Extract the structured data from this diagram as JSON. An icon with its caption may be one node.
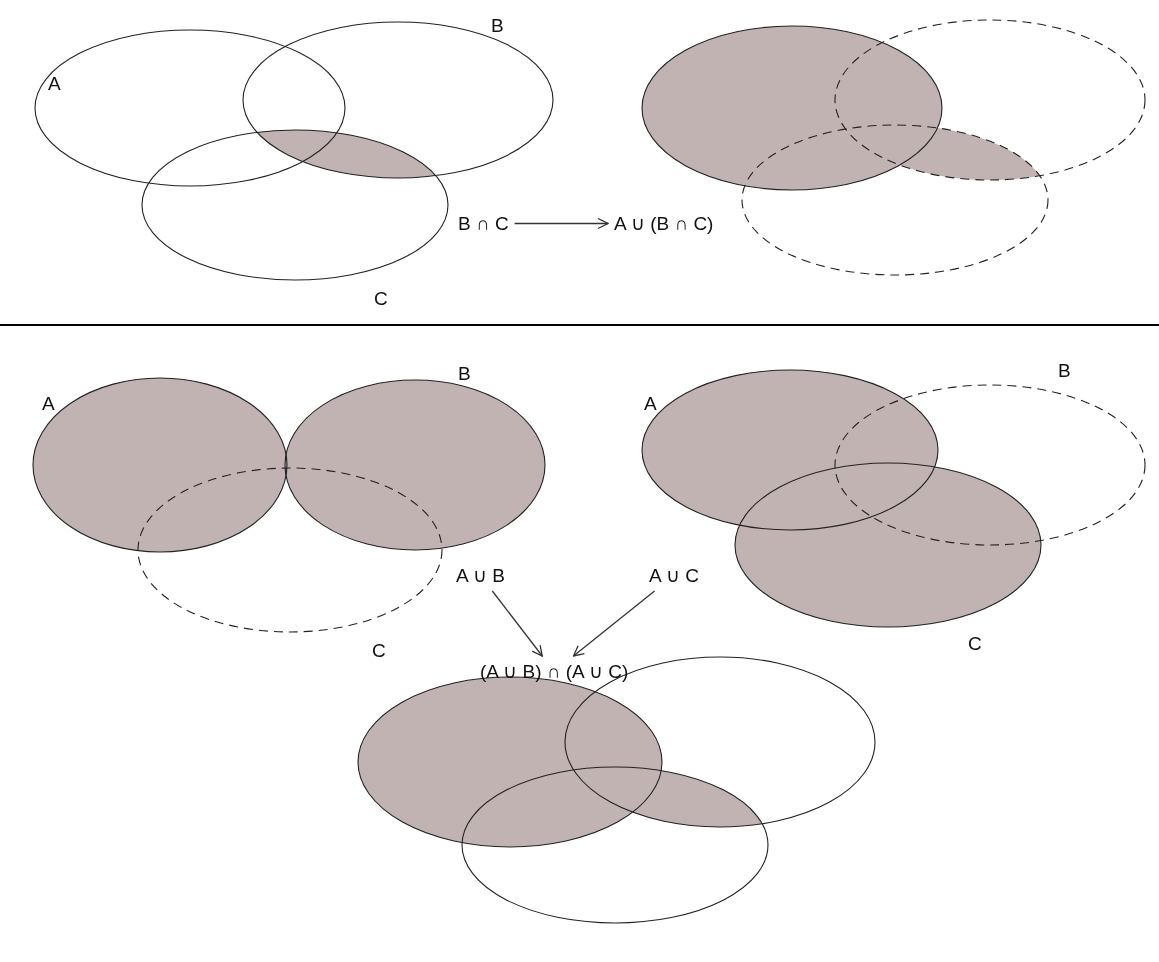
{
  "diagram": {
    "nodes": [
      {
        "text": [
          "B ∩ C"
        ]
      },
      {
        "text": [
          "A ∪ (B ∩ C)"
        ]
      },
      {
        "text": [
          "A ∪ B"
        ]
      },
      {
        "text": [
          "A ∪ C"
        ]
      },
      {
        "text": [
          "(A ∪ B) ∩ (A ∪ C)"
        ]
      }
    ],
    "edges": [
      {
        "from": 0,
        "to": 1,
        "arrow": "to"
      },
      {
        "from": 2,
        "to": 4,
        "arrow": "to"
      },
      {
        "from": 3,
        "to": 4,
        "arrow": "to"
      }
    ],
    "labels": [
      "A",
      "B",
      "C",
      "A",
      "B",
      "C",
      "A",
      "B",
      "C"
    ]
  }
}
